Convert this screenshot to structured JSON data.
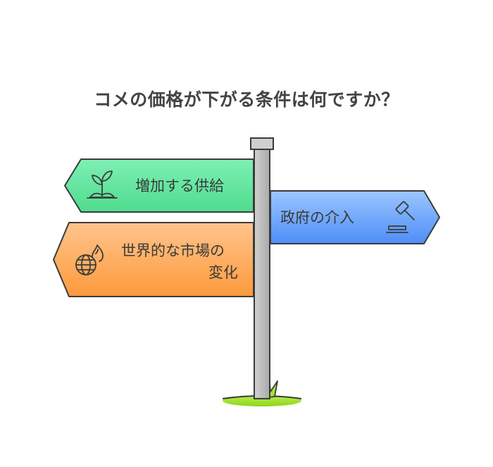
{
  "title": "コメの価格が下がる条件は何ですか？",
  "signs": {
    "supply": {
      "label": "増加する供給",
      "icon": "sprout-icon",
      "color": "#5ee39a"
    },
    "government": {
      "label": "政府の介入",
      "icon": "gavel-icon",
      "color": "#6ea6ff"
    },
    "market": {
      "label_line1": "世界的な市場の",
      "label_line2": "変化",
      "icon": "globe-fire-icon",
      "color": "#ffa24d"
    }
  }
}
